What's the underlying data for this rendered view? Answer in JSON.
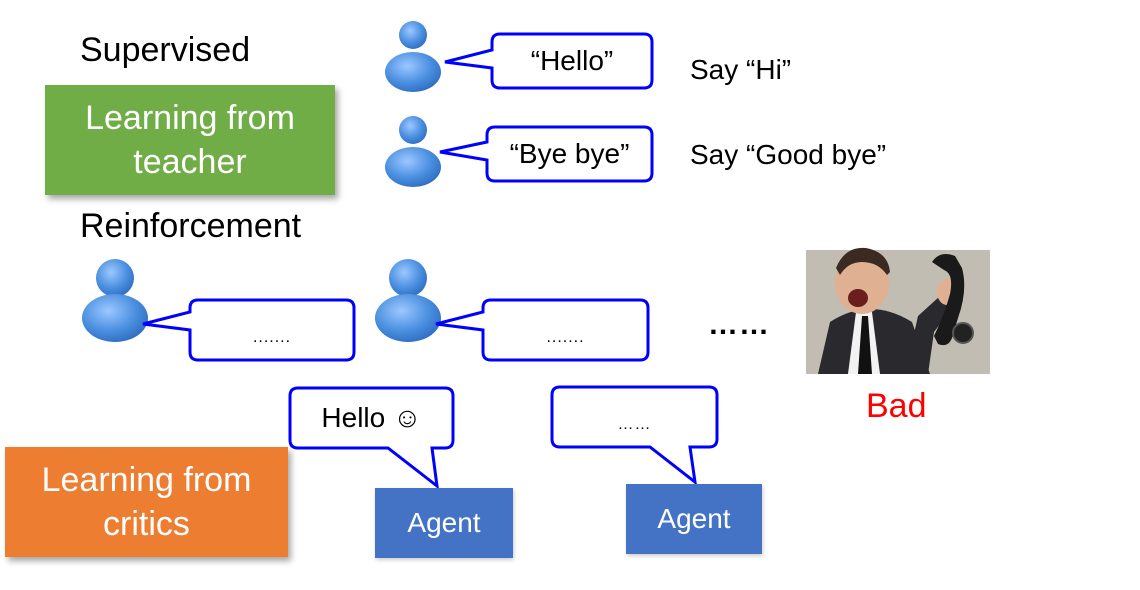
{
  "supervised": {
    "heading": "Supervised",
    "box_label_1": "Learning from",
    "box_label_2": "teacher",
    "row1": {
      "bubble": "“Hello”",
      "response": "Say “Hi”"
    },
    "row2": {
      "bubble": "“Bye bye”",
      "response": "Say “Good bye”"
    }
  },
  "reinforcement": {
    "heading": "Reinforcement",
    "bubble1": ".......",
    "bubble2": ".......",
    "ellipsis": "……",
    "feedback": "Bad",
    "agent_bubble1": "Hello ☺",
    "agent_bubble2": "……",
    "agent1_label": "Agent",
    "agent2_label": "Agent",
    "box_label_1": "Learning from",
    "box_label_2": "critics"
  },
  "colors": {
    "teacher_box": "#70ad47",
    "critics_box": "#ed7d31",
    "agent_box": "#4472c4",
    "bubble_stroke": "#0000ff",
    "person_icon": "#4a8fe0",
    "bad_text": "#ff0000"
  }
}
